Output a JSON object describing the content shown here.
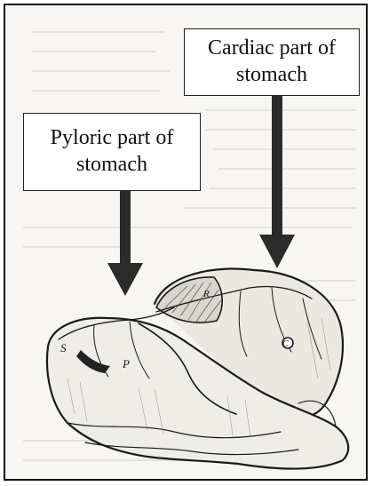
{
  "labels": {
    "cardiac": {
      "line1": "Cardiac part of",
      "line2": "stomach"
    },
    "pyloric": {
      "line1": "Pyloric part of",
      "line2": "stomach"
    }
  },
  "illustration_letters": {
    "s": "S",
    "p": "P",
    "r": "R",
    "c": "C"
  },
  "colors": {
    "ink": "#111111",
    "paper": "#f7f6f2",
    "box": "#ffffff"
  }
}
